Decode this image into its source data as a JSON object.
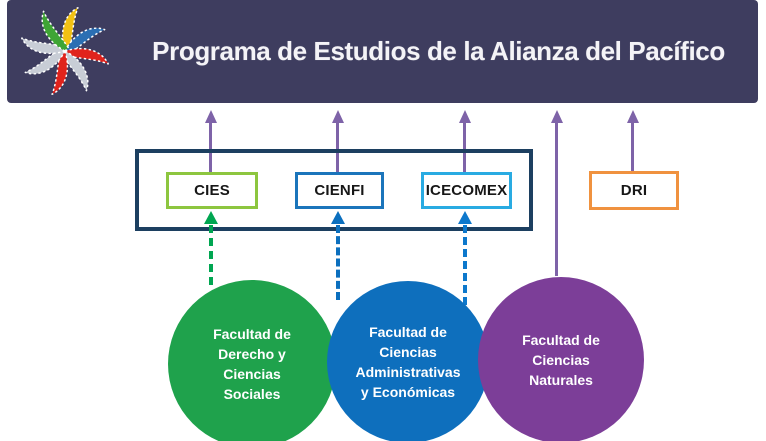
{
  "header": {
    "title": "Programa de Estudios de la Alianza del Pacífico"
  },
  "logo": {
    "name": "alianza-del-pacifico-pinwheel",
    "petal_colors": [
      "#F2C113",
      "#2B6FB3",
      "#E0231C",
      "#C8CDD6",
      "#E0231C",
      "#C8CDD6",
      "#C8CDD6",
      "#3FA535"
    ]
  },
  "centers": [
    {
      "label": "CIES",
      "border_color": "#8DC63F"
    },
    {
      "label": "CIENFI",
      "border_color": "#1B75BB"
    },
    {
      "label": "ICECOMEX",
      "border_color": "#29ABE2"
    },
    {
      "label": "DRI",
      "border_color": "#F0923F"
    }
  ],
  "faculties": [
    {
      "lines": [
        "Facultad de",
        "Derecho y",
        "Ciencias",
        "Sociales"
      ],
      "fill_color": "#1FA24C",
      "arrow_color": "#00A651"
    },
    {
      "lines": [
        "Facultad de",
        "Ciencias",
        "Administrativas",
        "y Económicas"
      ],
      "fill_color": "#0E6FBD",
      "arrow_color": "#0B6FBE"
    },
    {
      "lines": [
        "Facultad de",
        "Ciencias",
        "Naturales"
      ],
      "fill_color": "#7C3E98",
      "arrow_color": "#0D78CC"
    }
  ],
  "colors": {
    "header_bg": "#3E3D5F",
    "container_border": "#1C3F60",
    "solid_arrow_purple": "#7E63A8"
  }
}
